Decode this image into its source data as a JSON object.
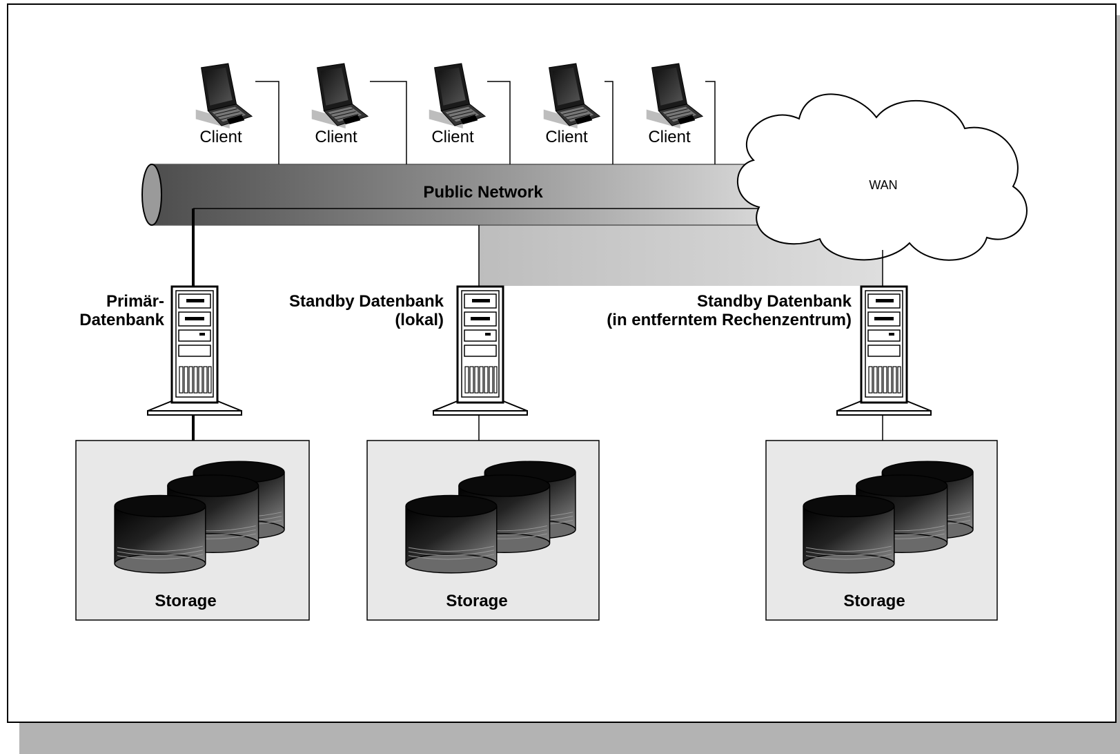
{
  "network": {
    "label": "Public Network"
  },
  "wan": {
    "label": "WAN"
  },
  "clients": [
    {
      "label": "Client"
    },
    {
      "label": "Client"
    },
    {
      "label": "Client"
    },
    {
      "label": "Client"
    },
    {
      "label": "Client"
    }
  ],
  "servers": {
    "primary": {
      "line1": "Primär-",
      "line2": "Datenbank"
    },
    "standby_local": {
      "line1": "Standby Datenbank",
      "line2": "(lokal)"
    },
    "standby_remote": {
      "line1": "Standby Datenbank",
      "line2": "(in entferntem Rechenzentrum)"
    }
  },
  "storage": [
    {
      "label": "Storage"
    },
    {
      "label": "Storage"
    },
    {
      "label": "Storage"
    }
  ],
  "icons": {
    "client": "laptop-icon",
    "server": "server-tower-icon",
    "storage": "disk-stack-icon",
    "wan": "cloud-icon"
  }
}
